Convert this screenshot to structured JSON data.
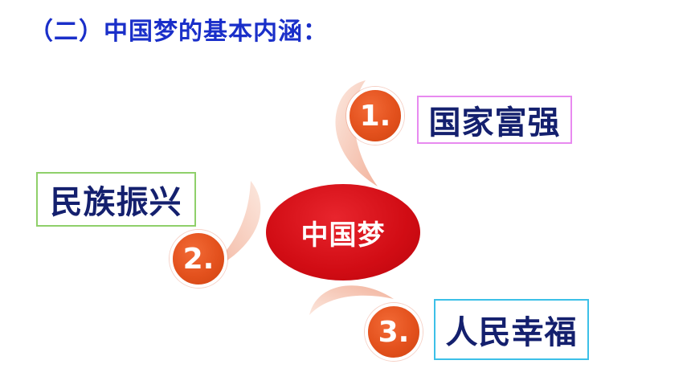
{
  "title": "（二）中国梦的基本内涵：",
  "center": {
    "label": "中国梦"
  },
  "items": [
    {
      "number": "1.",
      "label": "国家富强",
      "border_color": "#e88af0"
    },
    {
      "number": "2.",
      "label": "民族振兴",
      "border_color": "#8fd06a"
    },
    {
      "number": "3.",
      "label": "人民幸福",
      "border_color": "#3cc0e8"
    }
  ],
  "colors": {
    "title": "#1a2fc9",
    "center_fill": "#d10c14",
    "number_fill": "#e3511d",
    "label_text": "#14206e",
    "swoosh": "#f4b7a3"
  }
}
